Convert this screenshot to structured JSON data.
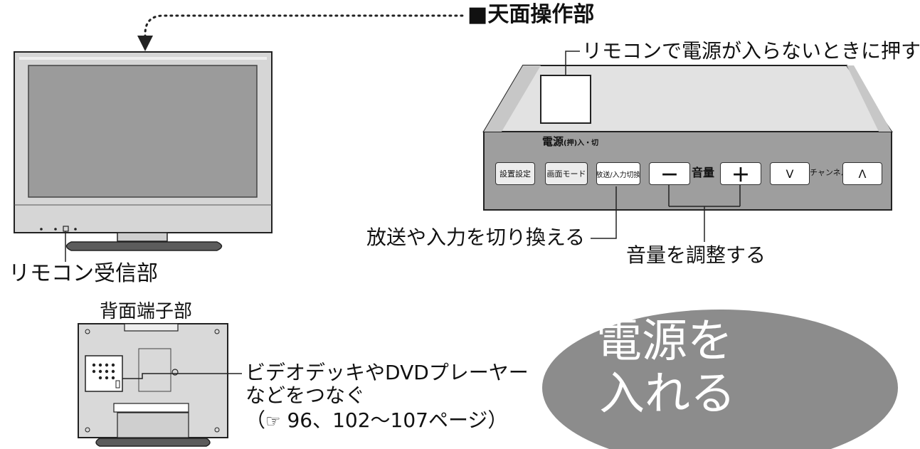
{
  "labels": {
    "top_panel_title": "■天面操作部",
    "power_note": "リモコンで電源が入らないときに押す",
    "remote_receiver": "リモコン受信部",
    "rear_terminals": "背面端子部",
    "input_switch_note": "放送や入力を切り換える",
    "volume_note": "音量を調整する",
    "connect_line1": "ビデオデッキやDVDプレーヤー",
    "connect_line2": "などをつなぐ",
    "connect_ref_open": "（",
    "connect_ref_icon": "☞",
    "connect_ref_text": "96、102～107ページ）"
  },
  "panel": {
    "power_label": "電源",
    "power_sub": "(押)入・切",
    "buttons": {
      "setup": "設置設定",
      "picture_mode": "画面モード",
      "input_switch": "放送/入力切換",
      "vol_minus": "－",
      "volume": "音量",
      "vol_plus": "＋",
      "ch_down": "V",
      "channel": "チャンネル",
      "ch_up": "Λ"
    }
  },
  "bubble": {
    "line1": "電源を",
    "line2": "入れる",
    "color": "#8c8c8c"
  },
  "colors": {
    "tv_screen": "#9b9b9b",
    "tv_frame": "#cfcfcf",
    "panel_top": "#e2e2e2",
    "panel_front": "#9e9e9e"
  }
}
